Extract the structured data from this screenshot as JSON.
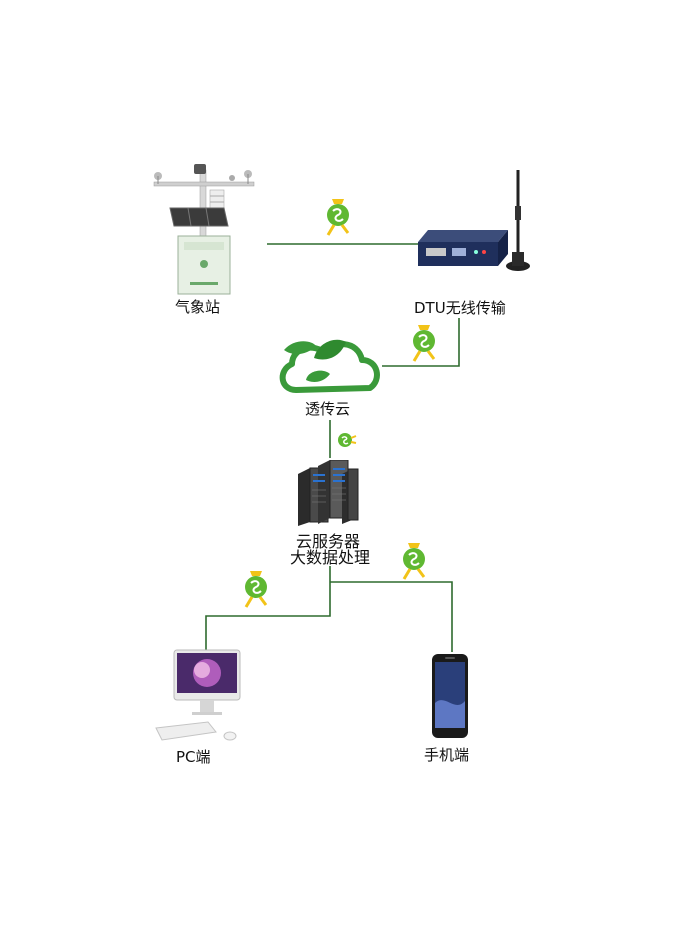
{
  "nodes": {
    "weather_station": "气象站",
    "dtu": "DTU无线传输",
    "cloud": "透传云",
    "server_line1": "云服务器",
    "server_line2": "大数据处理",
    "pc": "PC端",
    "phone": "手机端"
  },
  "colors": {
    "wire": "#2e6b2e",
    "leaf": "#3a9a3a",
    "leaf_light": "#8cc63f",
    "runner_ball": "#5fb832",
    "runner_skin": "#f2c318"
  },
  "icons": {
    "weather_station": "weather-station-icon",
    "dtu": "dtu-modem-icon",
    "cloud": "leaf-cloud-icon",
    "server": "server-rack-icon",
    "pc": "desktop-computer-icon",
    "phone": "smartphone-icon",
    "runner": "data-runner-icon"
  }
}
